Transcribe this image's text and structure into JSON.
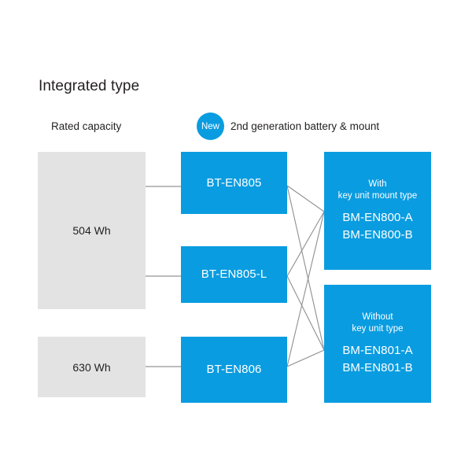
{
  "diagram": {
    "title": "Integrated type",
    "column_label": "Rated capacity",
    "badge": {
      "label": "New",
      "text": "2nd generation battery & mount",
      "color": "#0a9ce0"
    },
    "colors": {
      "blue": "#0a9ce0",
      "gray": "#e3e3e3",
      "line": "#8f8f8f",
      "text_dark": "#231f20",
      "text_light": "#ffffff"
    },
    "capacities": [
      {
        "label": "504 Wh"
      },
      {
        "label": "630 Wh"
      }
    ],
    "batteries": [
      {
        "label": "BT-EN805"
      },
      {
        "label": "BT-EN805-L"
      },
      {
        "label": "BT-EN806"
      }
    ],
    "mounts": [
      {
        "sub_line1": "With",
        "sub_line2": "key unit mount type",
        "code1": "BM-EN800-A",
        "code2": "BM-EN800-B"
      },
      {
        "sub_line1": "Without",
        "sub_line2": "key unit type",
        "code1": "BM-EN801-A",
        "code2": "BM-EN801-B"
      }
    ]
  }
}
